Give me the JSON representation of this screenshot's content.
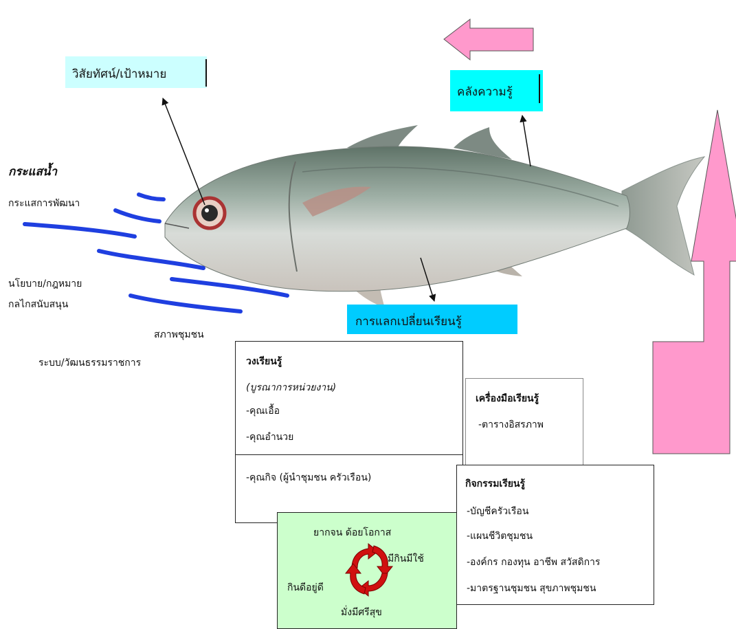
{
  "current": {
    "heading": "กระแสน้ำ",
    "items": [
      "กระแสการพัฒนา",
      "นโยบาย/กฎหมาย",
      "กลไกสนับสนุน",
      "สภาพชุมชน",
      "ระบบ/วัฒนธรรมราชการ"
    ]
  },
  "vision_label": "วิสัยทัศน์/เป้าหมาย",
  "knowledge_label": "คลังความรู้",
  "exchange_label": "การแลกเปลี่ยนเรียนรู้",
  "learning_circle": {
    "title": "วงเรียนรู้",
    "subtitle": "(บูรณาการหน่วยงาน)",
    "items": [
      "-คุณเอื้อ",
      "-คุณอำนวย"
    ],
    "lower_item": "-คุณกิจ (ผู้นำชุมชน ครัวเรือน)"
  },
  "tools": {
    "title": "เครื่องมือเรียนรู้",
    "items": [
      "-ตารางอิสรภาพ"
    ]
  },
  "activities": {
    "title": "กิจกรรมเรียนรู้",
    "items": [
      "-บัญชีครัวเรือน",
      "-แผนชีวิตชุมชน",
      "-องค์กร กองทุน อาชีพ สวัสดิการ",
      "-มาตรฐานชุมชน สุขภาพชุมชน"
    ]
  },
  "cycle": {
    "top": "ยากจน ด้อยโอกาส",
    "right": "มีกินมีใช้",
    "bottom": "มั่งมีศรีสุข",
    "left": "กินดีอยู่ดี"
  },
  "colors": {
    "vision_box": "#ccffff",
    "knowledge_box": "#00ffff",
    "exchange_box": "#00ccff",
    "cycle_box": "#ccffcc",
    "pink_arrow": "#ff99cc",
    "wave": "#1f3fe0",
    "cycle_arrow": "#d01010"
  },
  "icons": {
    "fish": "mackerel-fish-illustration",
    "cycle": "circular-arrows-icon"
  }
}
